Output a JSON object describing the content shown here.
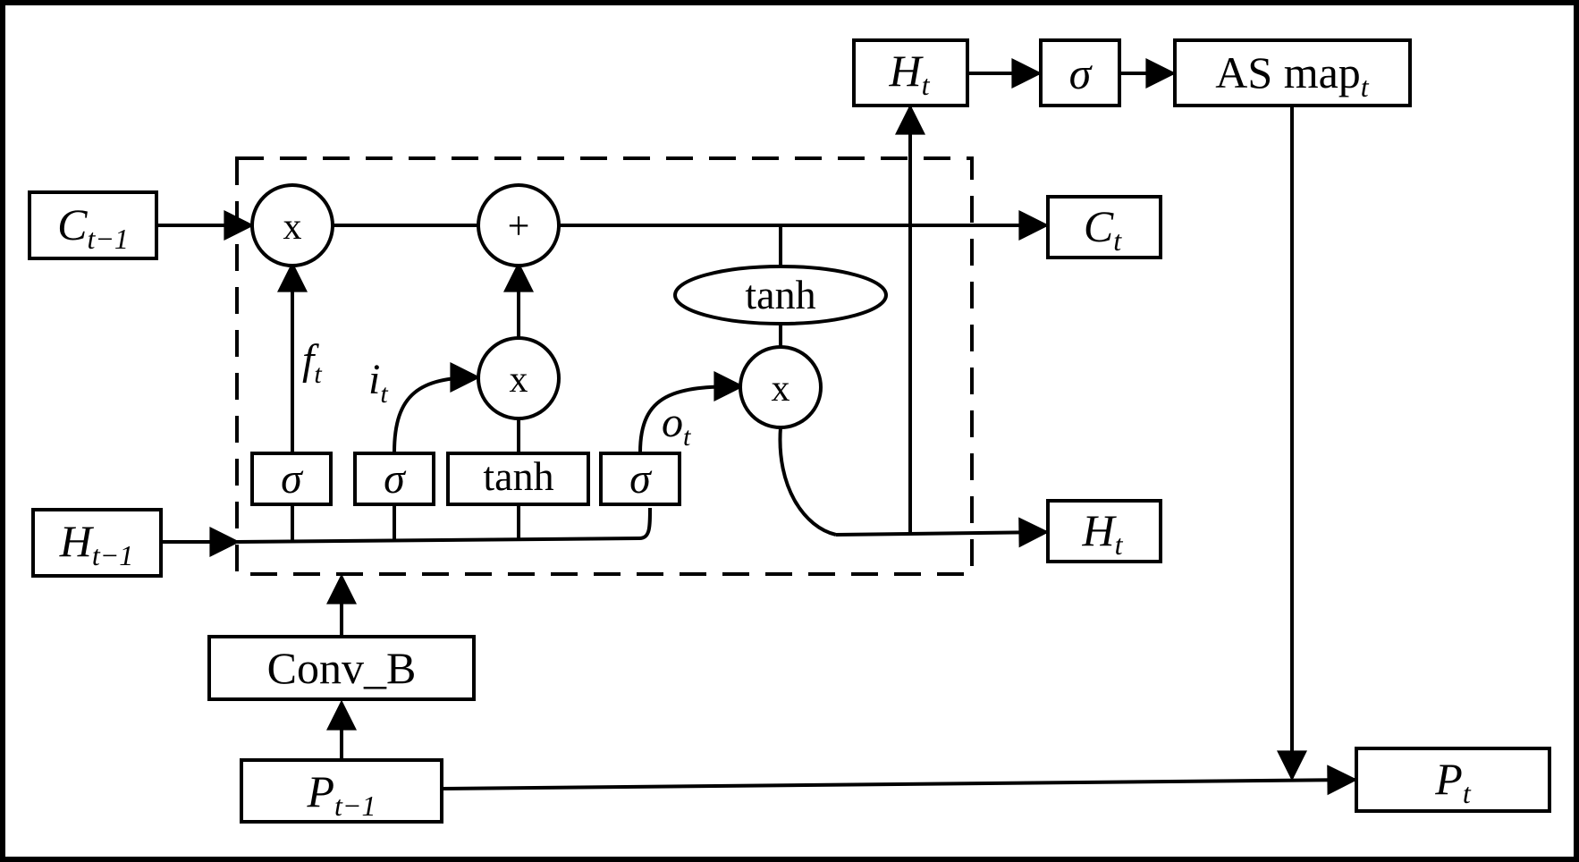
{
  "inputs": {
    "c_prev": {
      "sym": "C",
      "sub": "t−1"
    },
    "h_prev": {
      "sym": "H",
      "sub": "t−1"
    },
    "p_prev": {
      "sym": "P",
      "sub": "t−1"
    }
  },
  "outputs": {
    "c_t": {
      "sym": "C",
      "sub": "t"
    },
    "h_t": {
      "sym": "H",
      "sub": "t"
    },
    "h_t_top": {
      "sym": "H",
      "sub": "t"
    },
    "p_t": {
      "sym": "P",
      "sub": "t"
    }
  },
  "ops": {
    "mult": "x",
    "add": "+",
    "tanh": "tanh",
    "sigma": "σ"
  },
  "gates": {
    "forget": {
      "sym": "f",
      "sub": "t"
    },
    "input": {
      "sym": "i",
      "sub": "t"
    },
    "output": {
      "sym": "o",
      "sub": "t"
    }
  },
  "conv_block": "Conv_B",
  "as_map": {
    "text": "AS map",
    "sub": "t"
  },
  "colors": {
    "stroke": "#000000",
    "background": "#ffffff"
  }
}
